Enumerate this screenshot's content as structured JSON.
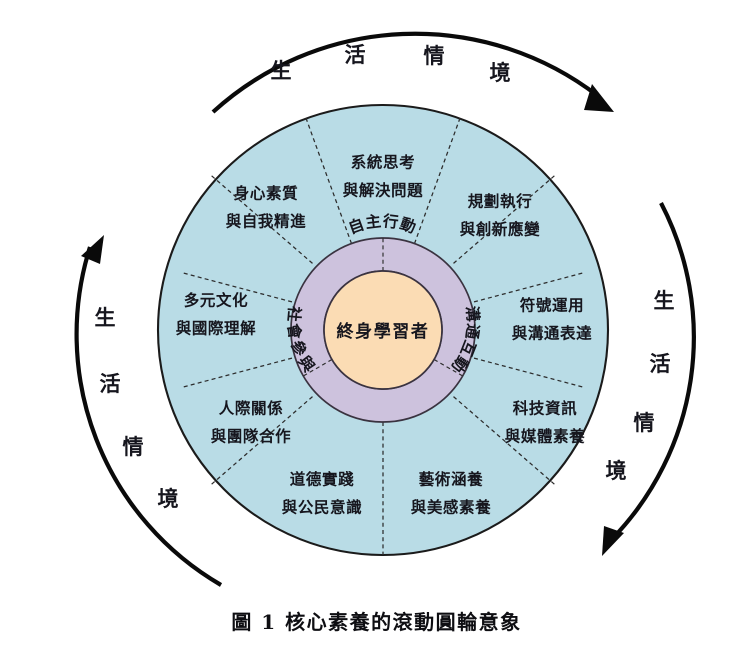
{
  "figure": {
    "caption": "圖 1  核心素養的滾動圓輪意象",
    "caption_number": "圖 1",
    "caption_title": "核心素養的滾動圓輪意象"
  },
  "core": {
    "label": "終身學習者",
    "color": "#fbdcb4"
  },
  "mid_ring": {
    "color": "#cdc2dd",
    "sectors": [
      {
        "id": "autonomous-action",
        "label": "自主行動",
        "position": "top"
      },
      {
        "id": "social-participation",
        "label": "社會參與",
        "position": "bottom-left"
      },
      {
        "id": "communication-interaction",
        "label": "溝通互動",
        "position": "bottom-right"
      }
    ]
  },
  "outer_ring": {
    "color": "#b9dce6",
    "segments": [
      {
        "id": "systems-thinking",
        "line1": "系統思考",
        "line2": "與解決問題"
      },
      {
        "id": "planning-innovation",
        "line1": "規劃執行",
        "line2": "與創新應變"
      },
      {
        "id": "symbols-communication",
        "line1": "符號運用",
        "line2": "與溝通表達"
      },
      {
        "id": "tech-media-literacy",
        "line1": "科技資訊",
        "line2": "與媒體素養"
      },
      {
        "id": "art-aesthetics",
        "line1": "藝術涵養",
        "line2": "與美感素養"
      },
      {
        "id": "morality-citizenship",
        "line1": "道德實踐",
        "line2": "與公民意識"
      },
      {
        "id": "relationships-teamwork",
        "line1": "人際關係",
        "line2": "與團隊合作"
      },
      {
        "id": "multiculture-international",
        "line1": "多元文化",
        "line2": "與國際理解"
      },
      {
        "id": "body-mind-self",
        "line1": "身心素質",
        "line2": "與自我精進"
      }
    ]
  },
  "context_arcs": {
    "label": "生活情境",
    "chars": [
      "生",
      "活",
      "情",
      "境"
    ],
    "arcs": [
      {
        "id": "top",
        "direction": "clockwise",
        "arrow": "right-down"
      },
      {
        "id": "right",
        "direction": "clockwise",
        "arrow": "down-left"
      },
      {
        "id": "left",
        "direction": "counter-clockwise",
        "arrow": "up-right"
      }
    ]
  }
}
